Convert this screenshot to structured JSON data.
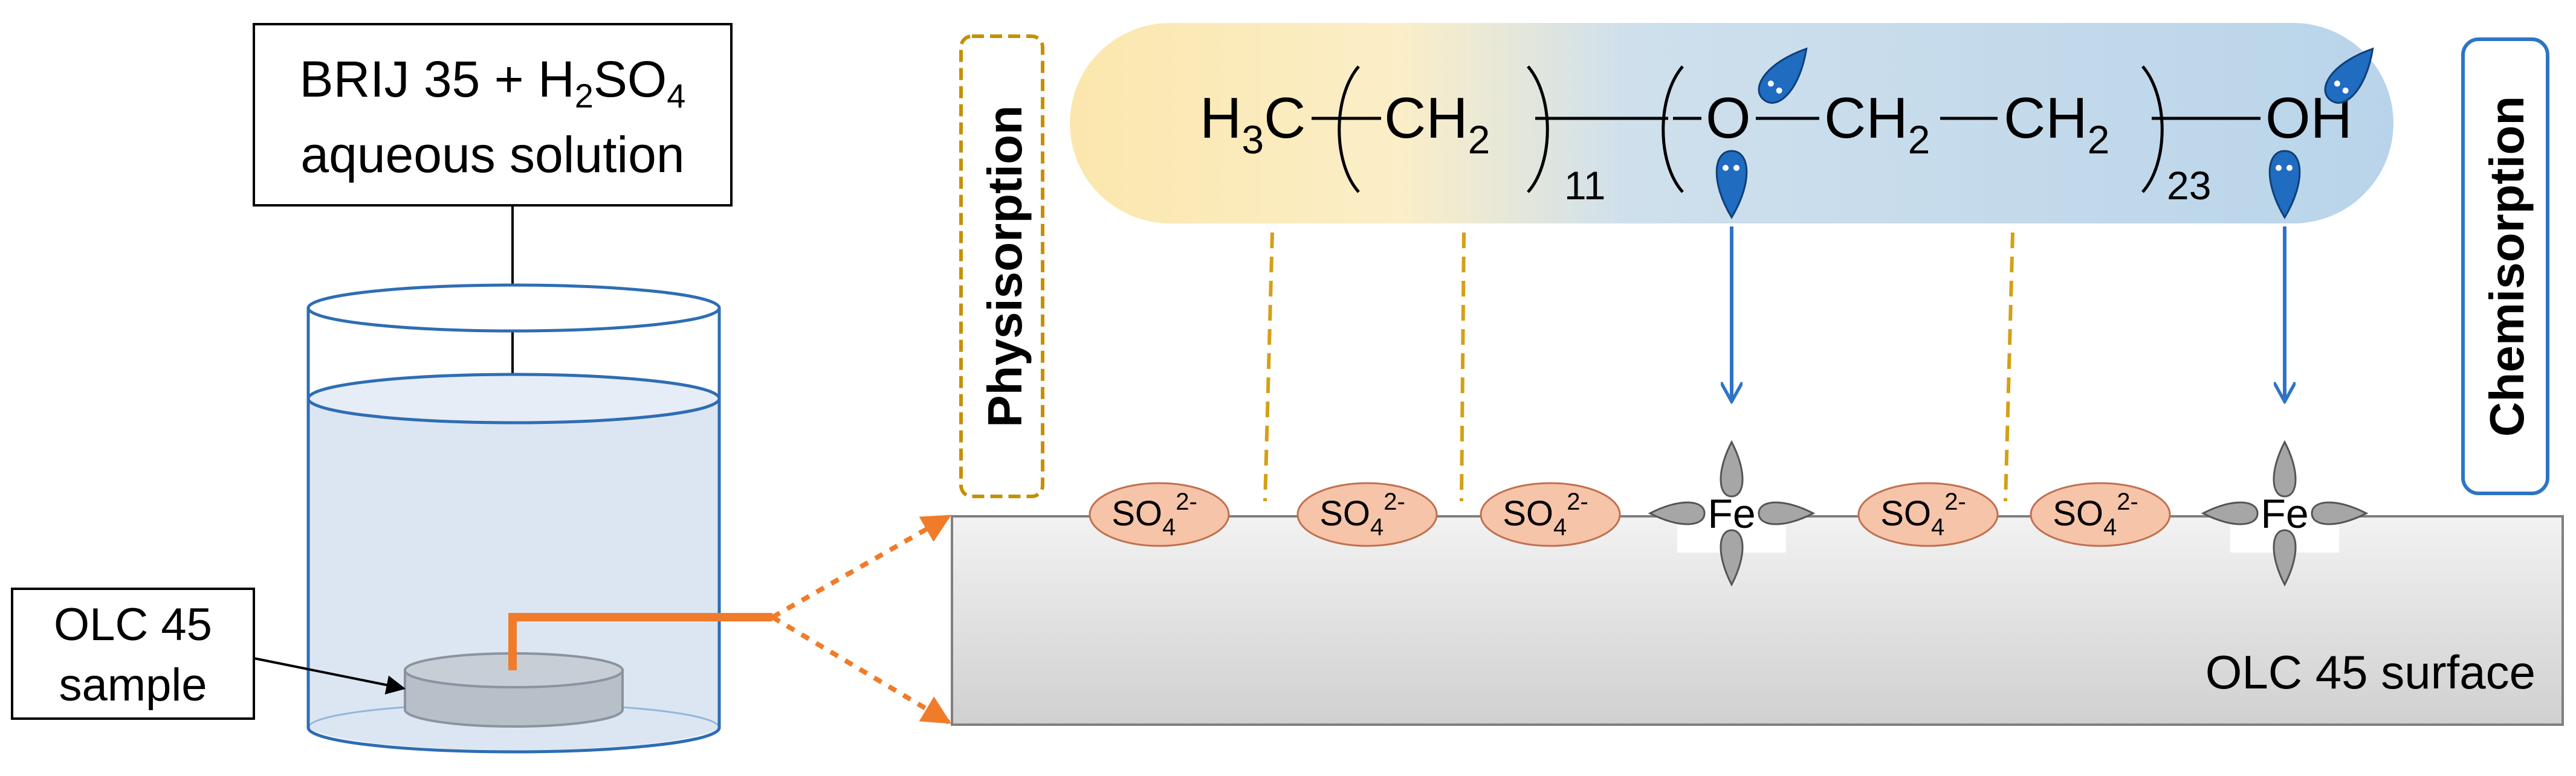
{
  "solution_box": {
    "line1_prefix": "BRIJ 35 + H",
    "sub1": "2",
    "line1_mid": "SO",
    "sub2": "4",
    "line2": "aqueous solution"
  },
  "sample_box": {
    "line1": "OLC 45",
    "line2": "sample"
  },
  "labels": {
    "physisorption": "Physisorption",
    "chemisorption": "Chemisorption",
    "surface": "OLC 45 surface"
  },
  "molecule": {
    "h3c": "H",
    "h3c_sub": "3",
    "h3c_tail": "C",
    "ch2": "CH",
    "ch2_sub": "2",
    "n1": "11",
    "o": "O",
    "ch2b": "CH",
    "ch2b_sub": "2",
    "ch2c": "CH",
    "ch2c_sub": "2",
    "n2": "23",
    "oh": "OH"
  },
  "ions": {
    "sulfate": "SO",
    "sulfate_sub": "4",
    "sulfate_sup": "2-",
    "iron": "Fe"
  },
  "colors": {
    "beaker_stroke": "#2e6db3",
    "liquid": "#dce6f2",
    "orange_accent": "#f07c2a",
    "dashed_gold": "#d4a017",
    "arrow_blue": "#2e74c6",
    "sulfate_fill": "#f6c4a8",
    "lobe_gray": "#a6a6a6",
    "band_left": "#fbe7ad",
    "band_right": "#b9d4ea"
  }
}
